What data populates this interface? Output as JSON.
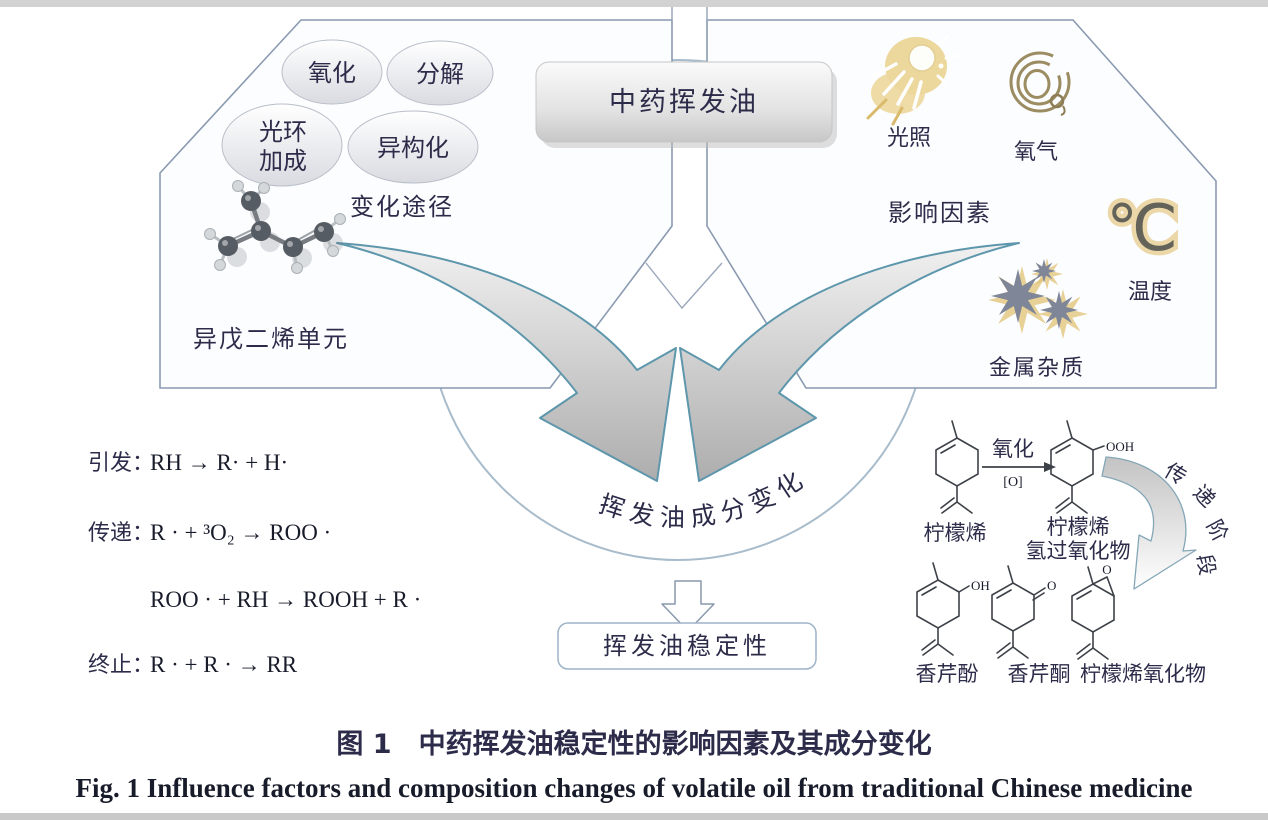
{
  "center": {
    "source_box": "中药挥发油",
    "curved_text": "挥发油成分变化",
    "result_box": "挥发油稳定性"
  },
  "left_panel": {
    "pathway_label": "变化途径",
    "molecule_label": "异戊二烯单元",
    "ovals": [
      {
        "label": "氧化"
      },
      {
        "label": "分解"
      },
      {
        "label_line1": "光环",
        "label_line2": "加成"
      },
      {
        "label": "异构化"
      }
    ]
  },
  "right_panel": {
    "factors_label": "影响因素",
    "items": [
      {
        "label": "光照"
      },
      {
        "label": "氧气"
      },
      {
        "label": "温度",
        "icon_glyph": "℃"
      },
      {
        "label": "金属杂质"
      }
    ]
  },
  "reactions": {
    "initiation_label": "引发：",
    "initiation": "RH → R· + H·",
    "propagation_label": "传递：",
    "propagation1": "R · + ³O₂ → ROO ·",
    "propagation2": "ROO · + RH → ROOH + R ·",
    "termination_label": "终止：",
    "termination": "R · + R · → RR"
  },
  "chemistry": {
    "reactant_label": "柠檬烯",
    "oxidation_label": "氧化",
    "oxidant_label": "[O]",
    "product_label_line1": "柠檬烯",
    "product_label_line2": "氢过氧化物",
    "ooh_label": "OOH",
    "oh_label": "OH",
    "ketone_o_label": "O",
    "epoxide_o_label": "O",
    "stage_chars": [
      "传",
      "递",
      "阶",
      "段"
    ],
    "products": [
      {
        "label": "香芹酚"
      },
      {
        "label": "香芹酮"
      },
      {
        "label": "柠檬烯氧化物"
      }
    ]
  },
  "caption": {
    "zh": "图 1　中药挥发油稳定性的影响因素及其成分变化",
    "en": "Fig. 1   Influence factors and composition changes of volatile oil from traditional Chinese medicine"
  },
  "colors": {
    "arrow_outline": "#5e97ac",
    "panel_border": "#8a9ab0",
    "gold_accent": "#e0c27c",
    "dark_text": "#2c2c4a"
  }
}
